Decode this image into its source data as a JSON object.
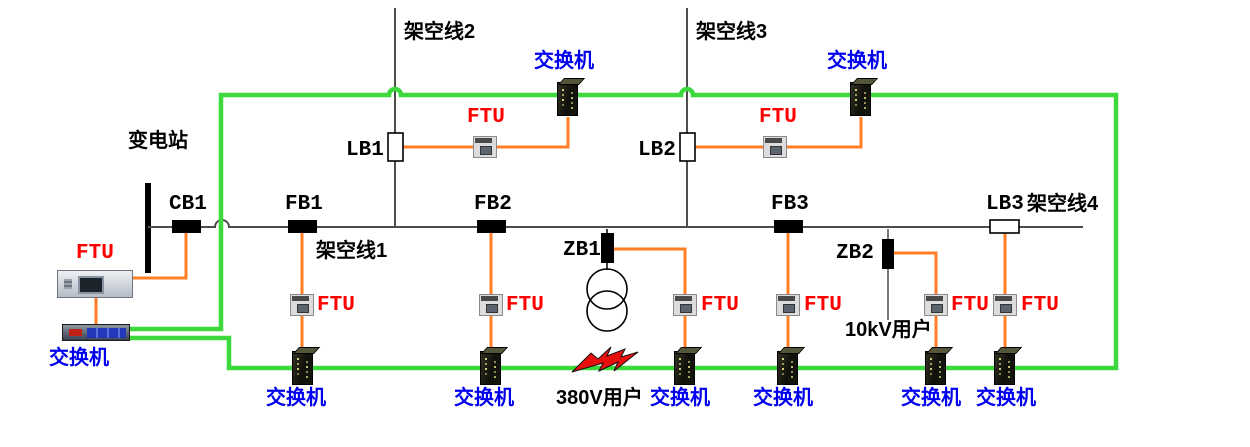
{
  "colors": {
    "ring_green": "#3cd83c",
    "link_orange": "#ff7e26",
    "ftu_label_red": "#ff0000",
    "switch_label_blue": "#0000ee",
    "power_line_gray": "#4d4d4d"
  },
  "substation": {
    "name": "变电站",
    "breaker": "CB1",
    "ftu": "FTU",
    "switch": "交换机"
  },
  "trunk": {
    "line1": "架空线1",
    "fb1": "FB1",
    "fb2": "FB2",
    "fb3": "FB3",
    "zb1": "ZB1",
    "zb2": "ZB2",
    "lb3": "LB3",
    "line4": "架空线4"
  },
  "branches": {
    "line2": "架空线2",
    "lb1": "LB1",
    "line3": "架空线3",
    "lb2": "LB2"
  },
  "users": {
    "u10kv": "10kV用户",
    "u380v": "380V用户"
  },
  "units": {
    "ftu": "FTU",
    "switch": "交换机"
  }
}
